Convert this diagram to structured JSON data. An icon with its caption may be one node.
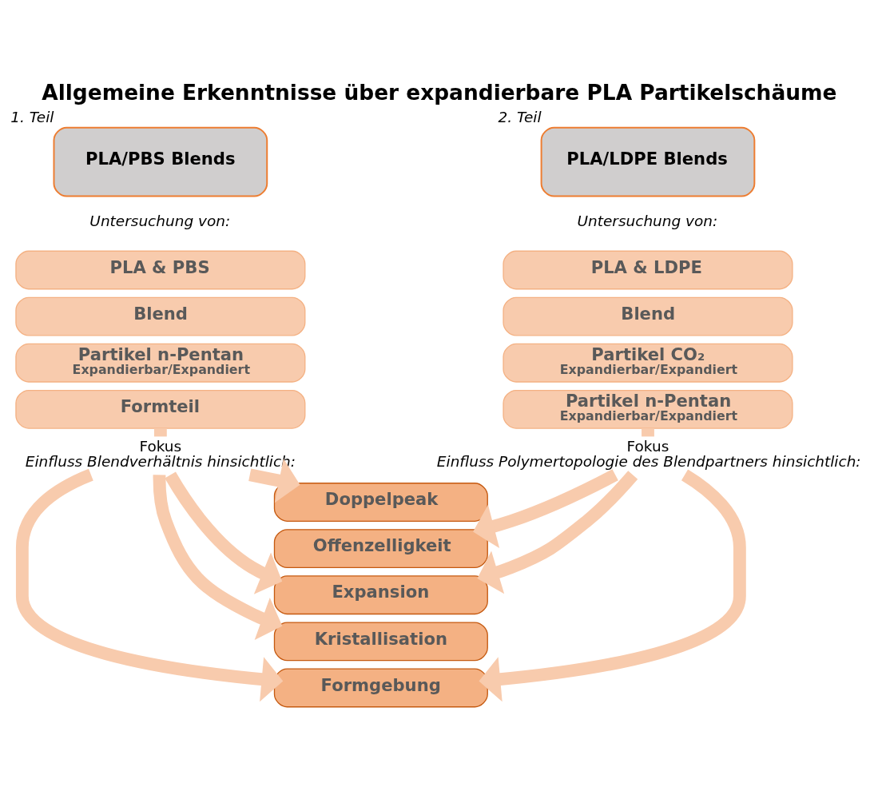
{
  "diagram": {
    "title": "Allgemeine Erkenntnisse über expandierbare PLA Partikelschäume",
    "nodes": [
      {
        "text": [
          "PLA/PBS Blends"
        ],
        "beside": [
          "1. Teil"
        ]
      },
      {
        "text": [
          "PLA/LDPE Blends"
        ],
        "beside": [
          "2. Teil"
        ]
      },
      {
        "text": [
          "PLA & PBS"
        ]
      },
      {
        "text": [
          "Blend"
        ]
      },
      {
        "text": [
          "Partikel n-Pentan",
          "Expandierbar/Expandiert"
        ]
      },
      {
        "text": [
          "Formteil"
        ]
      },
      {
        "text": [
          "PLA & LDPE"
        ]
      },
      {
        "text": [
          "Blend"
        ]
      },
      {
        "text": [
          "Partikel CO₂",
          "Expandierbar/Expandiert"
        ]
      },
      {
        "text": [
          "Partikel n-Pentan",
          "Expandierbar/Expandiert"
        ]
      },
      {
        "text": [
          "Fokus",
          "Einfluss Blendverhältnis hinsichtlich:"
        ]
      },
      {
        "text": [
          "Fokus",
          "Einfluss Polymertopologie des Blendpartners hinsichtlich:"
        ]
      },
      {
        "text": [
          "Doppelpeak"
        ]
      },
      {
        "text": [
          "Offenzelligkeit"
        ]
      },
      {
        "text": [
          "Expansion"
        ]
      },
      {
        "text": [
          "Kristallisation"
        ]
      },
      {
        "text": [
          "Formgebung"
        ]
      }
    ],
    "edges": [
      {
        "from": 5,
        "to": 10,
        "arrow": "none"
      },
      {
        "from": 9,
        "to": 11,
        "arrow": "none"
      },
      {
        "from": 10,
        "to": 12,
        "arrow": "to"
      },
      {
        "from": 10,
        "to": 14,
        "arrow": "to"
      },
      {
        "from": 10,
        "to": 15,
        "arrow": "to"
      },
      {
        "from": 10,
        "to": 16,
        "arrow": "to"
      },
      {
        "from": 11,
        "to": 13,
        "arrow": "to"
      },
      {
        "from": 11,
        "to": 14,
        "arrow": "to"
      },
      {
        "from": 11,
        "to": 16,
        "arrow": "to"
      }
    ],
    "labels": [
      "Untersuchung von:",
      "Untersuchung von:"
    ]
  }
}
